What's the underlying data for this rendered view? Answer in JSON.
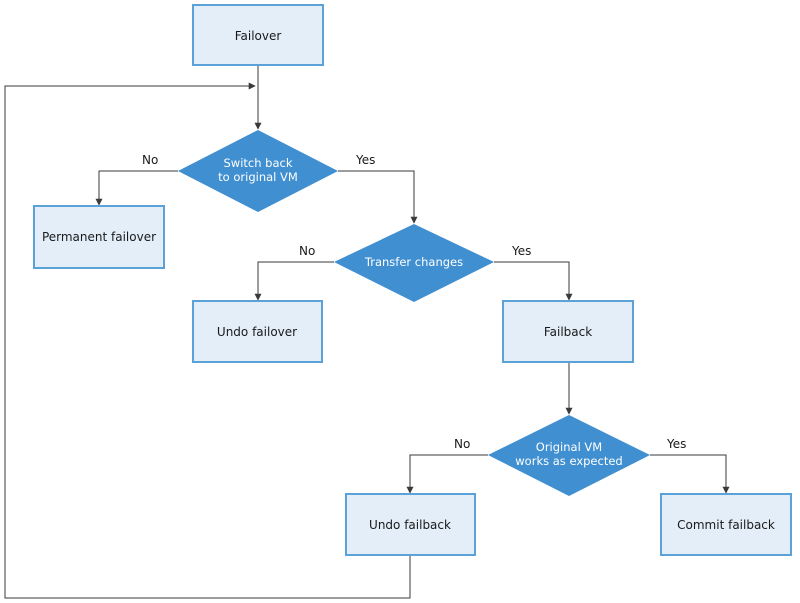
{
  "nodes": {
    "failover": "Failover",
    "switch_back": [
      "Switch back",
      "to original VM"
    ],
    "permanent_failover": "Permanent failover",
    "transfer_changes": "Transfer changes",
    "undo_failover": "Undo failover",
    "failback": "Failback",
    "original_vm": [
      "Original VM",
      "works as expected"
    ],
    "undo_failback": "Undo failback",
    "commit_failback": "Commit failback"
  },
  "labels": {
    "no": "No",
    "yes": "Yes"
  },
  "colors": {
    "box_fill": "#e3eef9",
    "box_stroke": "#5aa2d8",
    "decision_fill": "#3f8fd1",
    "connector": "#3a3a3a"
  }
}
